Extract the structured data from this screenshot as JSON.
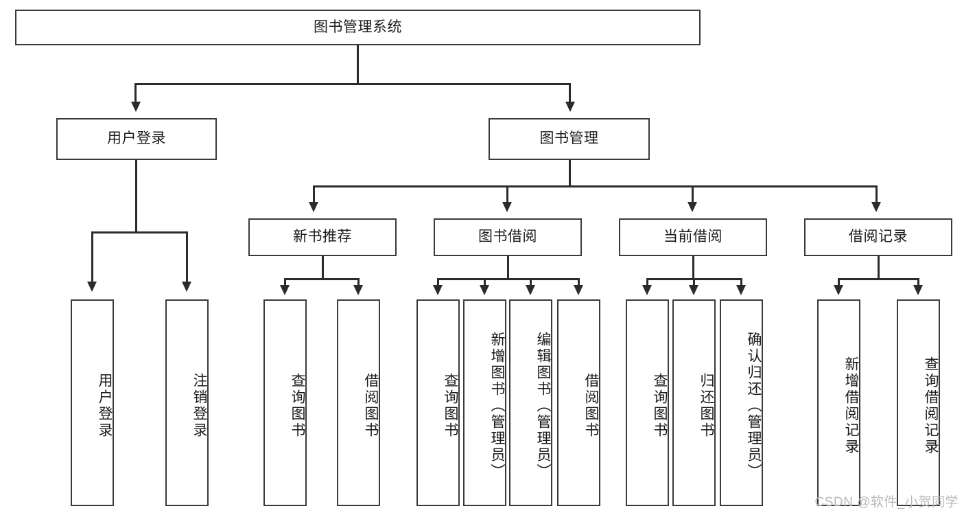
{
  "diagram": {
    "title": "图书管理系统",
    "type": "tree",
    "root": {
      "id": "root",
      "label": "图书管理系统"
    },
    "level2": [
      {
        "id": "user-login",
        "label": "用户登录"
      },
      {
        "id": "book-manage",
        "label": "图书管理"
      }
    ],
    "level3": [
      {
        "id": "new-book-recommend",
        "label": "新书推荐",
        "parent": "book-manage"
      },
      {
        "id": "book-borrow",
        "label": "图书借阅",
        "parent": "book-manage"
      },
      {
        "id": "current-borrow",
        "label": "当前借阅",
        "parent": "book-manage"
      },
      {
        "id": "borrow-record",
        "label": "借阅记录",
        "parent": "book-manage"
      }
    ],
    "leaves": [
      {
        "id": "leaf-user-login",
        "label": "用户登录",
        "parent": "user-login"
      },
      {
        "id": "leaf-logout-login",
        "label": "注销登录",
        "parent": "user-login"
      },
      {
        "id": "leaf-query-book-1",
        "label": "查询图书",
        "parent": "new-book-recommend"
      },
      {
        "id": "leaf-borrow-book-1",
        "label": "借阅图书",
        "parent": "new-book-recommend"
      },
      {
        "id": "leaf-query-book-2",
        "label": "查询图书",
        "parent": "book-borrow"
      },
      {
        "id": "leaf-add-book",
        "label": "新增图书（管理员）",
        "parent": "book-borrow"
      },
      {
        "id": "leaf-edit-book",
        "label": "编辑图书（管理员）",
        "parent": "book-borrow"
      },
      {
        "id": "leaf-borrow-book-2",
        "label": "借阅图书",
        "parent": "book-borrow"
      },
      {
        "id": "leaf-query-book-3",
        "label": "查询图书",
        "parent": "current-borrow"
      },
      {
        "id": "leaf-return-book",
        "label": "归还图书",
        "parent": "current-borrow"
      },
      {
        "id": "leaf-confirm-return",
        "label": "确认归还（管理员）",
        "parent": "current-borrow"
      },
      {
        "id": "leaf-add-record",
        "label": "新增借阅记录",
        "parent": "borrow-record"
      },
      {
        "id": "leaf-query-record",
        "label": "查询借阅记录",
        "parent": "borrow-record"
      }
    ]
  },
  "watermark": {
    "text": "CSDN @软件_小贺同学"
  },
  "colors": {
    "box_border": "#3a3a3a",
    "line": "#2b2b2b",
    "text": "#1a1a1a",
    "background": "#ffffff",
    "watermark": "#b9b9b9"
  }
}
